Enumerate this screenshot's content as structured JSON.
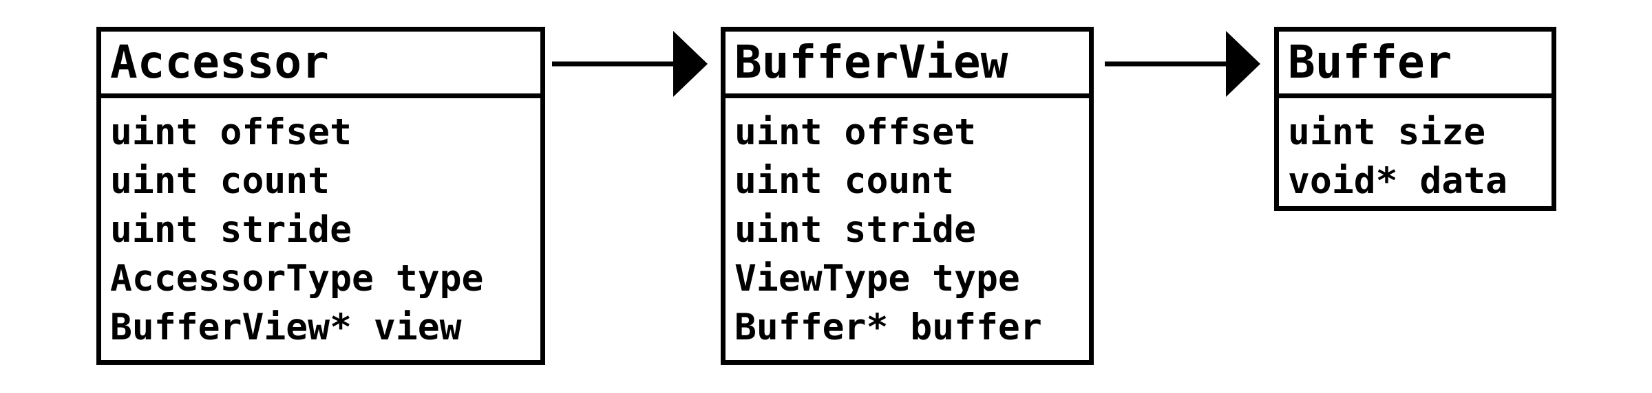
{
  "diagram": {
    "boxes": [
      {
        "title": "Accessor",
        "fields": [
          "uint offset",
          "uint count",
          "uint stride",
          "AccessorType type",
          "BufferView* view"
        ]
      },
      {
        "title": "BufferView",
        "fields": [
          "uint offset",
          "uint count",
          "uint stride",
          "ViewType type",
          "Buffer* buffer"
        ]
      },
      {
        "title": "Buffer",
        "fields": [
          "uint size",
          "void* data"
        ]
      }
    ],
    "arrows": [
      {
        "from": "Accessor",
        "to": "BufferView"
      },
      {
        "from": "BufferView",
        "to": "Buffer"
      }
    ],
    "colors": {
      "stroke": "#000000",
      "background": "#ffffff"
    }
  }
}
